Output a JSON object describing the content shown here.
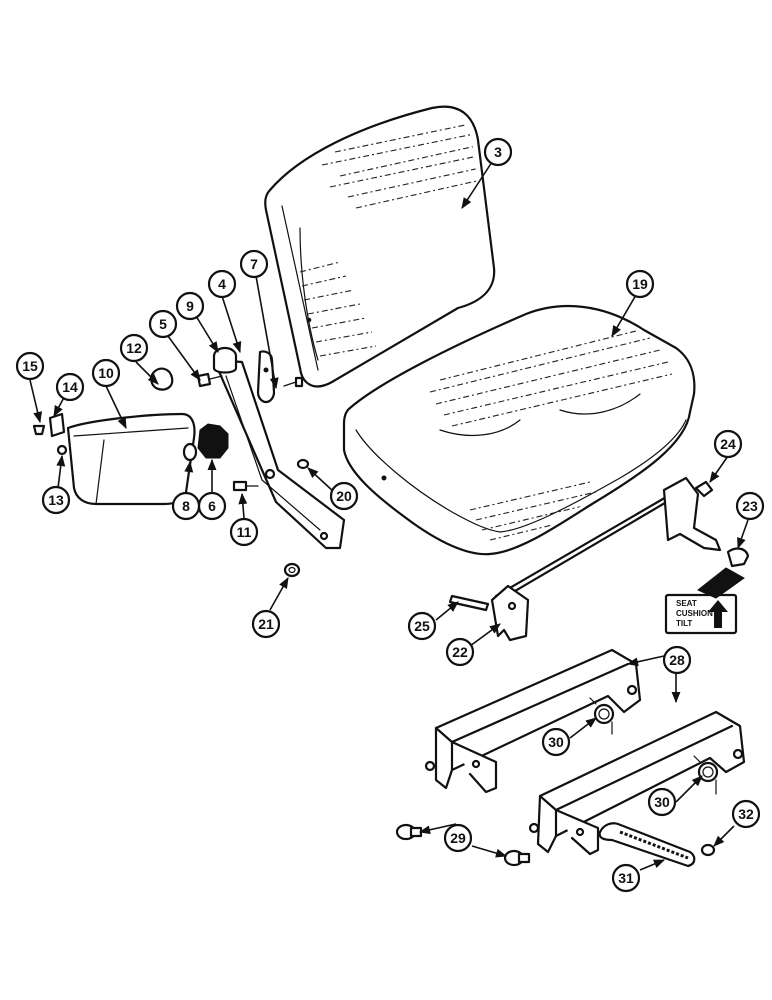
{
  "callouts": [
    "3",
    "4",
    "5",
    "6",
    "7",
    "8",
    "9",
    "10",
    "11",
    "12",
    "13",
    "14",
    "15",
    "19",
    "20",
    "21",
    "22",
    "23",
    "24",
    "25",
    "28",
    "29",
    "30",
    "30",
    "31",
    "32"
  ],
  "decal": {
    "line1": "SEAT",
    "line2": "CUSHION",
    "line3": "TILT"
  },
  "colors": {
    "ink": "#111111",
    "paper": "#ffffff"
  }
}
